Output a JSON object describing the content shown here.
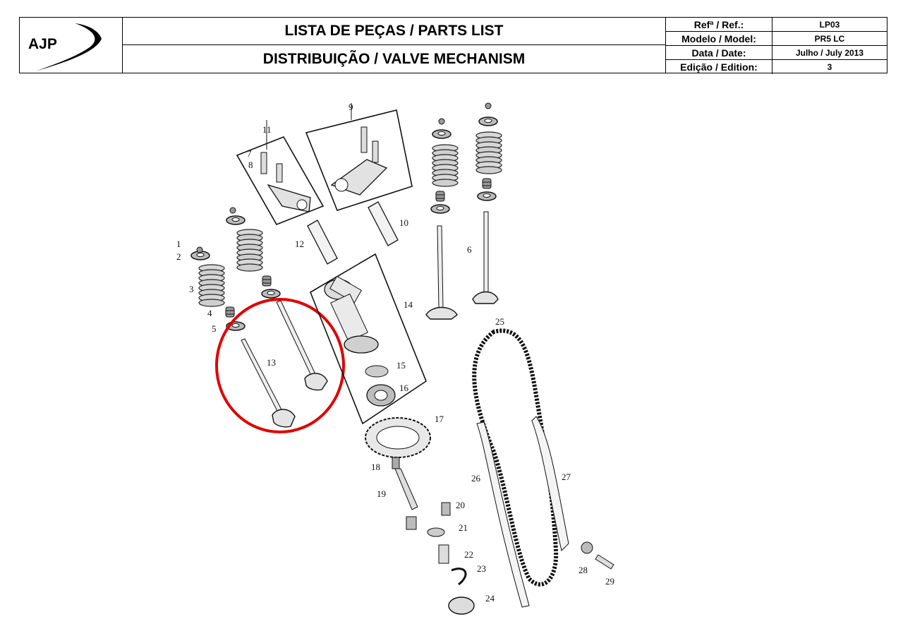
{
  "header": {
    "logo_text": "AJP",
    "title_line1": "LISTA DE PEÇAS / PARTS LIST",
    "title_line2": "DISTRIBUIÇÃO / VALVE MECHANISM",
    "info": [
      {
        "label": "Refª / Ref.:",
        "value": "LP03"
      },
      {
        "label": "Modelo / Model:",
        "value": "PR5 LC"
      },
      {
        "label": "Data / Date:",
        "value": "Julho / July 2013"
      },
      {
        "label": "Edição / Edition:",
        "value": "3"
      }
    ]
  },
  "diagram": {
    "callouts": [
      "1",
      "2",
      "3",
      "4",
      "5",
      "6",
      "7",
      "8",
      "9",
      "10",
      "11",
      "12",
      "13",
      "14",
      "15",
      "16",
      "17",
      "18",
      "19",
      "20",
      "21",
      "22",
      "23",
      "24",
      "25",
      "26",
      "27",
      "28",
      "29"
    ],
    "highlight_color": "#e00000"
  }
}
